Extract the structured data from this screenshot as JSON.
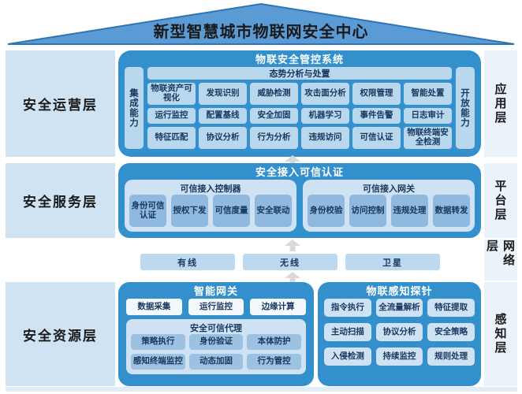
{
  "title": "新型智慧城市物联网安全中心",
  "colors": {
    "roof_fill": "#5b9bd5",
    "roof_border": "#2e75b6",
    "box_blue": "#3490cd",
    "item_light_blue": "#b9d8ee",
    "subbox_light": "#cfe2f3",
    "item_mid_blue": "#8fb9de",
    "panel_left": "#cfe3f3",
    "panel_right": "#eaf2fa",
    "navy_text": "#17375e",
    "arrow_gray": "#d9d9d9"
  },
  "layers": {
    "ops": {
      "label": "安全运营层",
      "side_label": "应用层",
      "box_title": "物联安全管控系统",
      "left_strip": "集成能力",
      "right_strip": "开放能力",
      "top_bar": "态势分析与处置",
      "items": [
        "物联资产可视化",
        "发现识别",
        "威胁检测",
        "攻击面分析",
        "权限管理",
        "智能处置",
        "运行监控",
        "配置基线",
        "安全加固",
        "机器学习",
        "事件告警",
        "日志审计",
        "特征匹配",
        "协议分析",
        "行为分析",
        "违规访问",
        "可信认证",
        "物联终端安全检测"
      ]
    },
    "svc": {
      "label": "安全服务层",
      "side_label": "平台层",
      "box_title": "安全接入可信认证",
      "controller": {
        "title": "可信接入控制器",
        "items": [
          "身份可信认证",
          "授权下发",
          "可信度量",
          "安全联动"
        ]
      },
      "gateway": {
        "title": "可信接入网关",
        "items": [
          "身份校验",
          "访问控制",
          "违规处理",
          "数据转发"
        ]
      }
    },
    "network": {
      "side_label": "网络层",
      "links": [
        "有线",
        "无线",
        "卫星"
      ]
    },
    "resource": {
      "label": "安全资源层",
      "side_label": "感知层",
      "gateway": {
        "title": "智能网关",
        "top_items": [
          "数据采集",
          "运行监控",
          "边缘计算"
        ],
        "agent": {
          "title": "安全可信代理",
          "items": [
            "策略执行",
            "身份验证",
            "本体防护",
            "感知终端监控",
            "动态加固",
            "行为管控"
          ]
        }
      },
      "probe": {
        "title": "物联感知探针",
        "items": [
          "指令执行",
          "全流量解析",
          "特征提取",
          "主动扫描",
          "协议分析",
          "安全策略",
          "入侵检测",
          "持续监控",
          "规则处理"
        ]
      }
    }
  }
}
